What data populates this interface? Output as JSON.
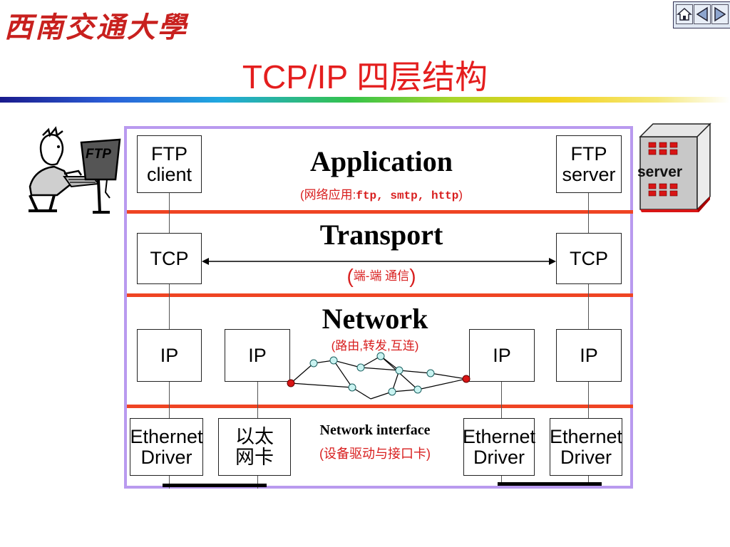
{
  "header": {
    "logo_text": "西南交通大學",
    "nav_icons": [
      "home-icon",
      "back-icon",
      "forward-icon"
    ]
  },
  "slide": {
    "title": "TCP/IP 四层结构"
  },
  "people": {
    "user_badge": "FTP",
    "server_label": "server"
  },
  "layers": {
    "application": {
      "title": "Application",
      "sub_open": "(网络应用:",
      "sub_protocols": "ftp, smtp, http",
      "sub_close": ")"
    },
    "transport": {
      "title": "Transport",
      "sub_open": "(",
      "sub_text": "端-端 通信",
      "sub_close": ")"
    },
    "network": {
      "title": "Network",
      "sub": "(路由,转发,互连)"
    },
    "link": {
      "title": "Network interface",
      "sub": "(设备驱动与接口卡)"
    }
  },
  "boxes": {
    "ftp_client": [
      "FTP",
      "client"
    ],
    "ftp_server": [
      "FTP",
      "server"
    ],
    "tcp_left": "TCP",
    "tcp_right": "TCP",
    "ip_1": "IP",
    "ip_2": "IP",
    "ip_3": "IP",
    "ip_4": "IP",
    "eth_1": [
      "Ethernet",
      "Driver"
    ],
    "eth_2": [
      "以太",
      "网卡"
    ],
    "eth_3": [
      "Ethernet",
      "Driver"
    ],
    "eth_4": [
      "Ethernet",
      "Driver"
    ]
  },
  "colors": {
    "title": "#e41e1e",
    "stack_border": "#b99aef",
    "layer_separator": "#ef4423",
    "router_node": "#c9f3f1",
    "endpoint_node": "#d81515"
  }
}
